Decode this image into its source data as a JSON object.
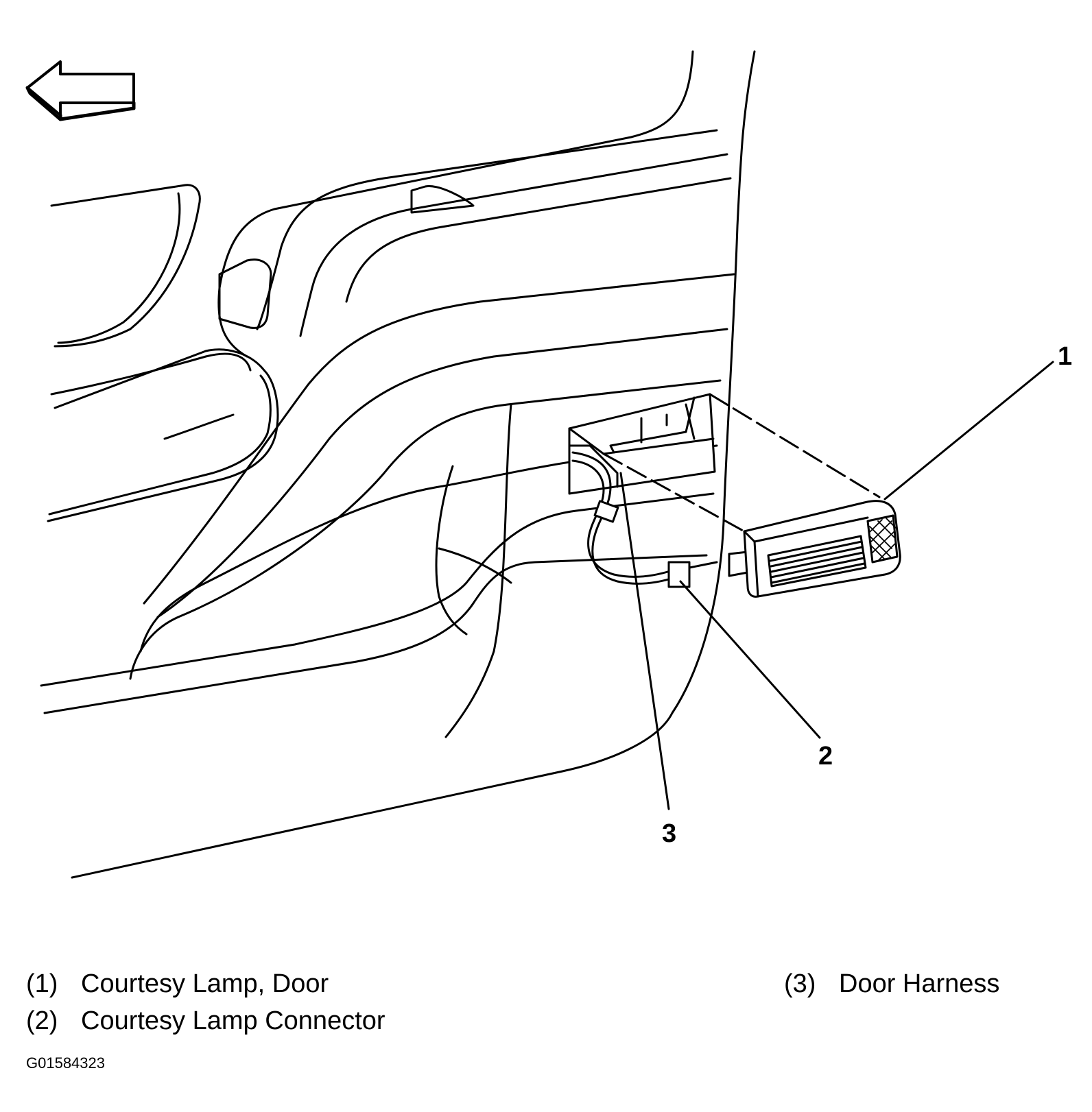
{
  "callouts": [
    "1",
    "2",
    "3"
  ],
  "legend": [
    {
      "num": "(1)",
      "text": "Courtesy Lamp, Door"
    },
    {
      "num": "(2)",
      "text": "Courtesy Lamp Connector"
    },
    {
      "num": "(3)",
      "text": "Door Harness"
    }
  ],
  "figure_id": "G01584323",
  "icons": {
    "direction": "arrow-left-icon"
  },
  "colors": {
    "line": "#000000",
    "background": "#ffffff"
  }
}
